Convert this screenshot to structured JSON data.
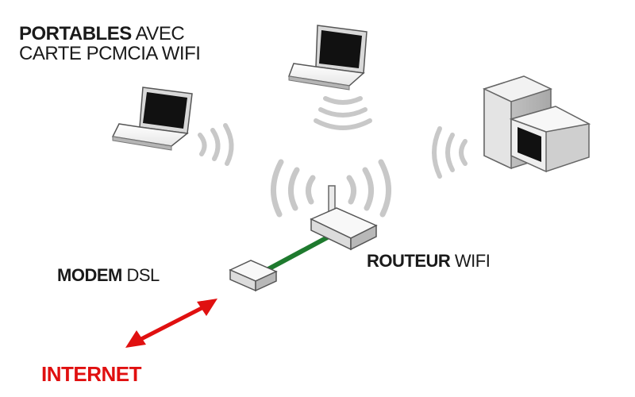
{
  "labels": {
    "portables_bold": "PORTABLES",
    "portables_light1": " AVEC",
    "portables_light2": "CARTE PCMCIA WIFI",
    "modem_bold": "MODEM",
    "modem_light": " DSL",
    "routeur_bold": "ROUTEUR",
    "routeur_light": " WIFI",
    "internet": "INTERNET"
  },
  "colors": {
    "text": "#1a1a1a",
    "internet_red": "#e01010",
    "link_green": "#1e7a2e",
    "wave_gray": "#c8c8c8",
    "device_dark": "#111111"
  },
  "icons": {
    "laptop_top": "laptop-icon",
    "laptop_left": "laptop-icon",
    "desktop": "desktop-computer-icon",
    "router": "wifi-router-icon",
    "modem": "dsl-modem-icon",
    "arrow": "bidirectional-arrow-icon",
    "waves": "wifi-signal-icon"
  }
}
